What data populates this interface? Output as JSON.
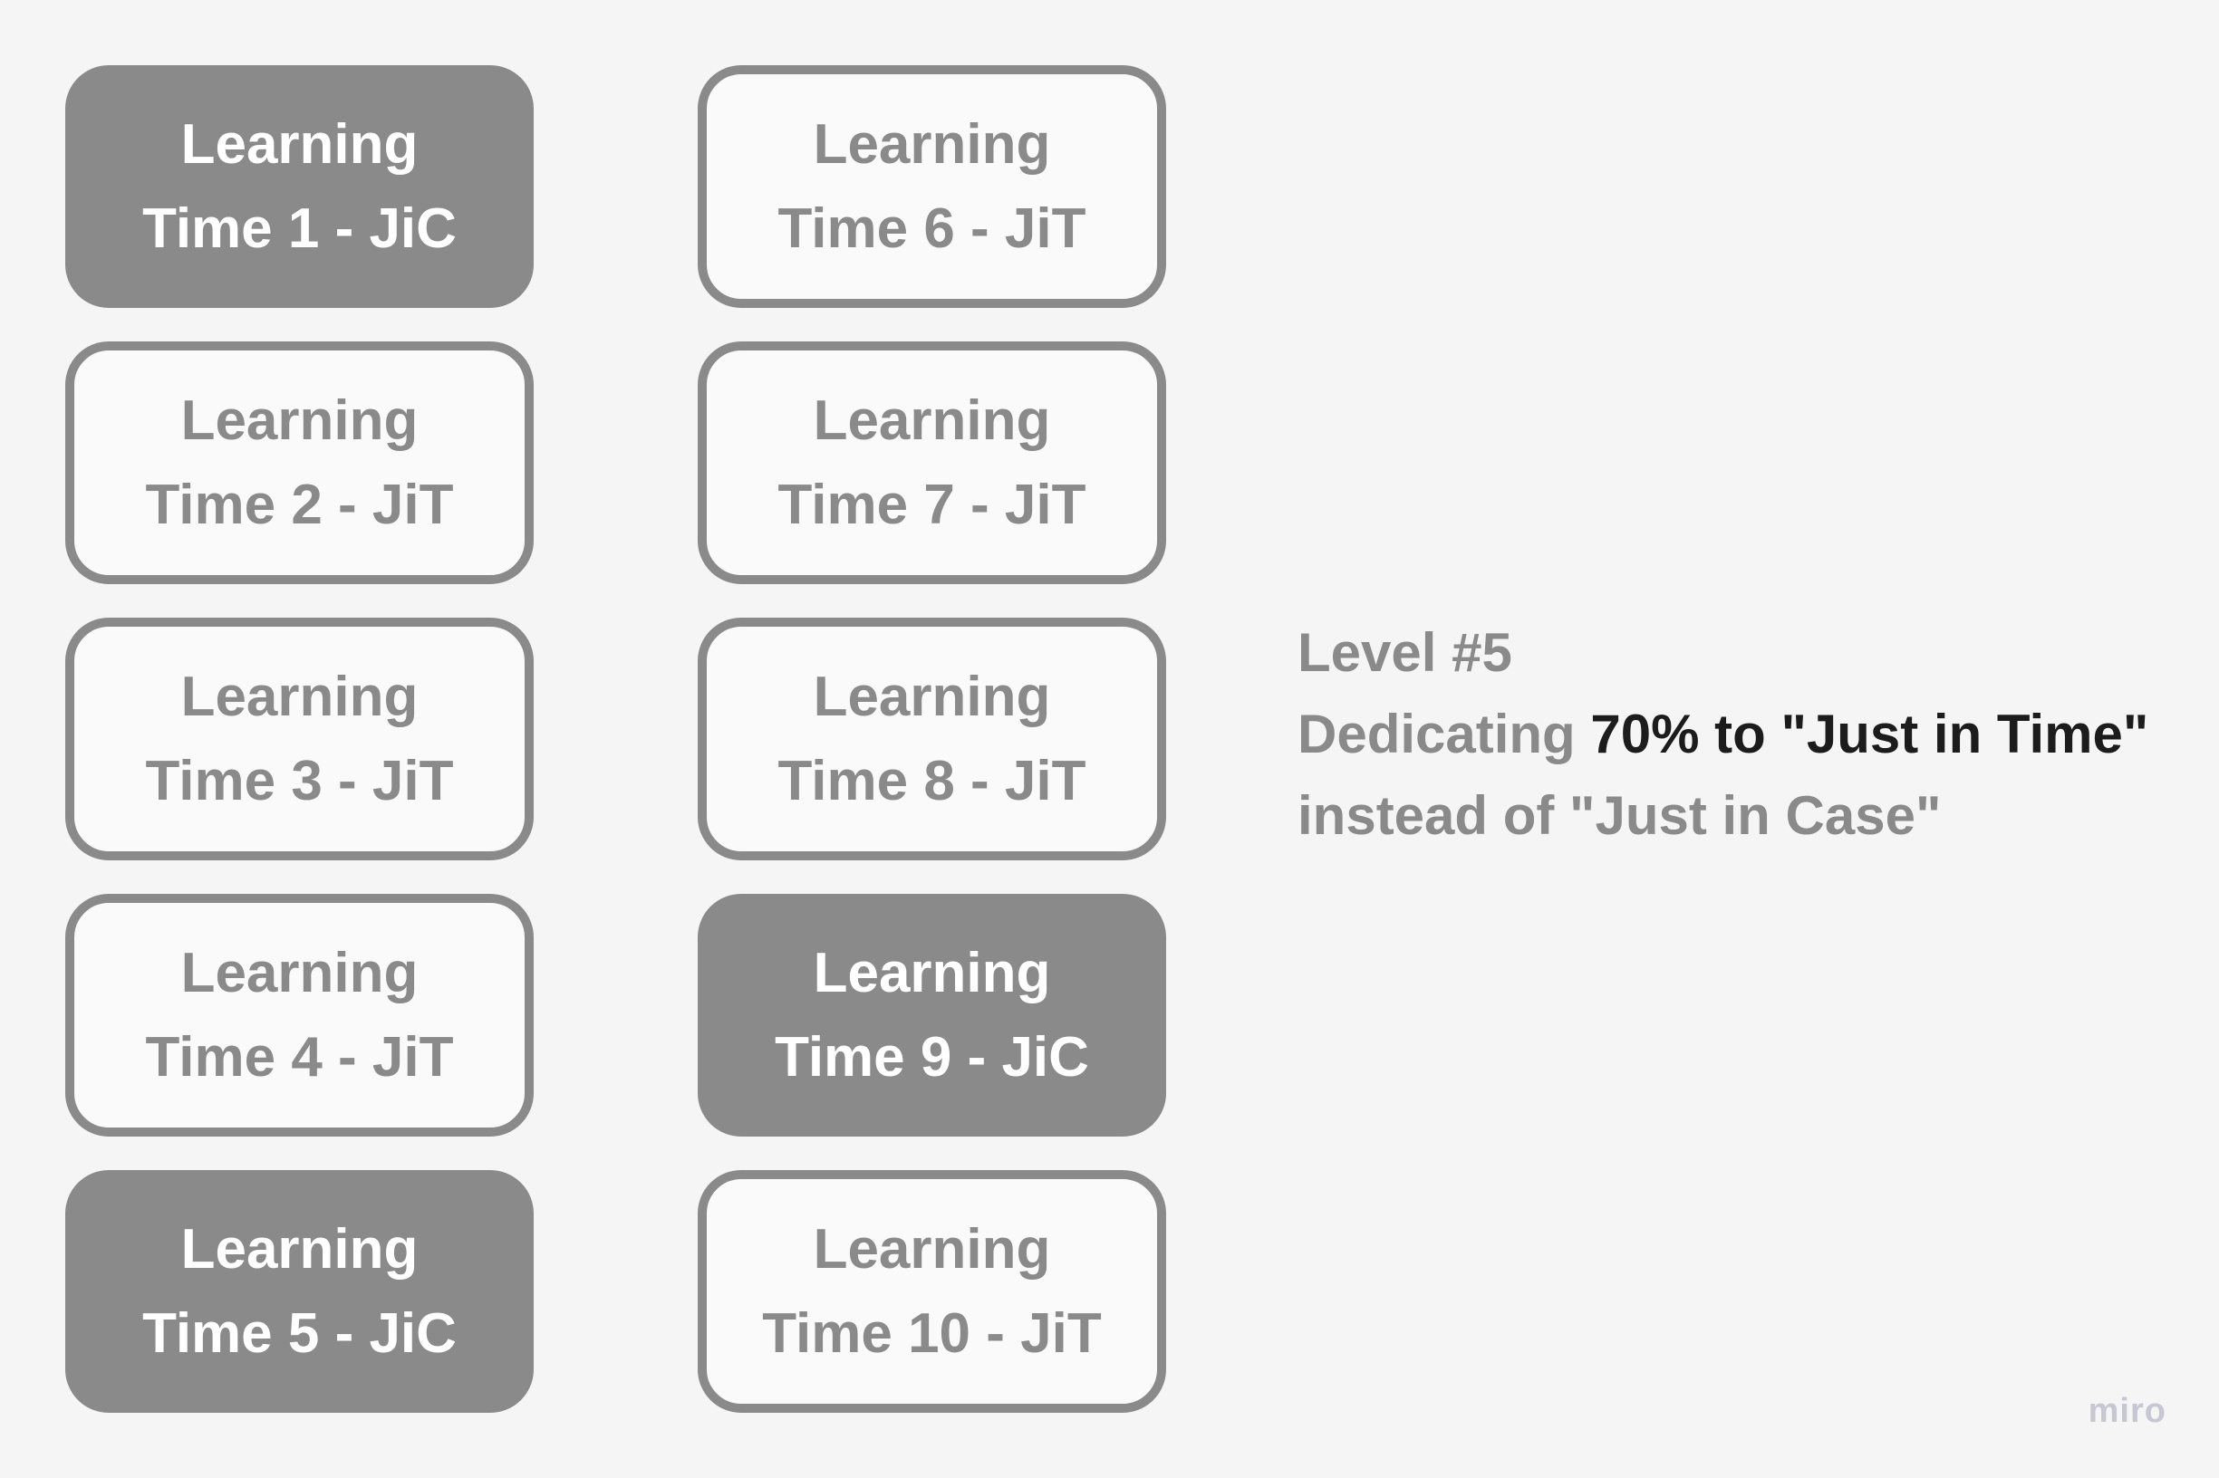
{
  "colors": {
    "background": "#f5f5f6",
    "shape_gray": "#8a8a8a",
    "shape_fill_light": "#fafafa",
    "text_white": "#ffffff",
    "text_dark": "#1c1c1c",
    "watermark_gray": "#c7c7d1"
  },
  "boxes": [
    {
      "label": "Learning\nTime 1 - JiC",
      "variant": "filled"
    },
    {
      "label": "Learning\nTime 2 - JiT",
      "variant": "outline"
    },
    {
      "label": "Learning\nTime 3 - JiT",
      "variant": "outline"
    },
    {
      "label": "Learning\nTime 4 - JiT",
      "variant": "outline"
    },
    {
      "label": "Learning\nTime 5 - JiC",
      "variant": "filled"
    },
    {
      "label": "Learning\nTime 6 - JiT",
      "variant": "outline"
    },
    {
      "label": "Learning\nTime 7 - JiT",
      "variant": "outline"
    },
    {
      "label": "Learning\nTime 8 - JiT",
      "variant": "outline"
    },
    {
      "label": "Learning\nTime 9 - JiC",
      "variant": "filled"
    },
    {
      "label": "Learning\nTime 10 - JiT",
      "variant": "outline"
    }
  ],
  "annotation": {
    "line1": "Level #5",
    "line2_gray": "Dedicating ",
    "line2_dark": "70% to \"Just in Time\"",
    "line3": "instead of \"Just in Case\""
  },
  "watermark": "miro"
}
